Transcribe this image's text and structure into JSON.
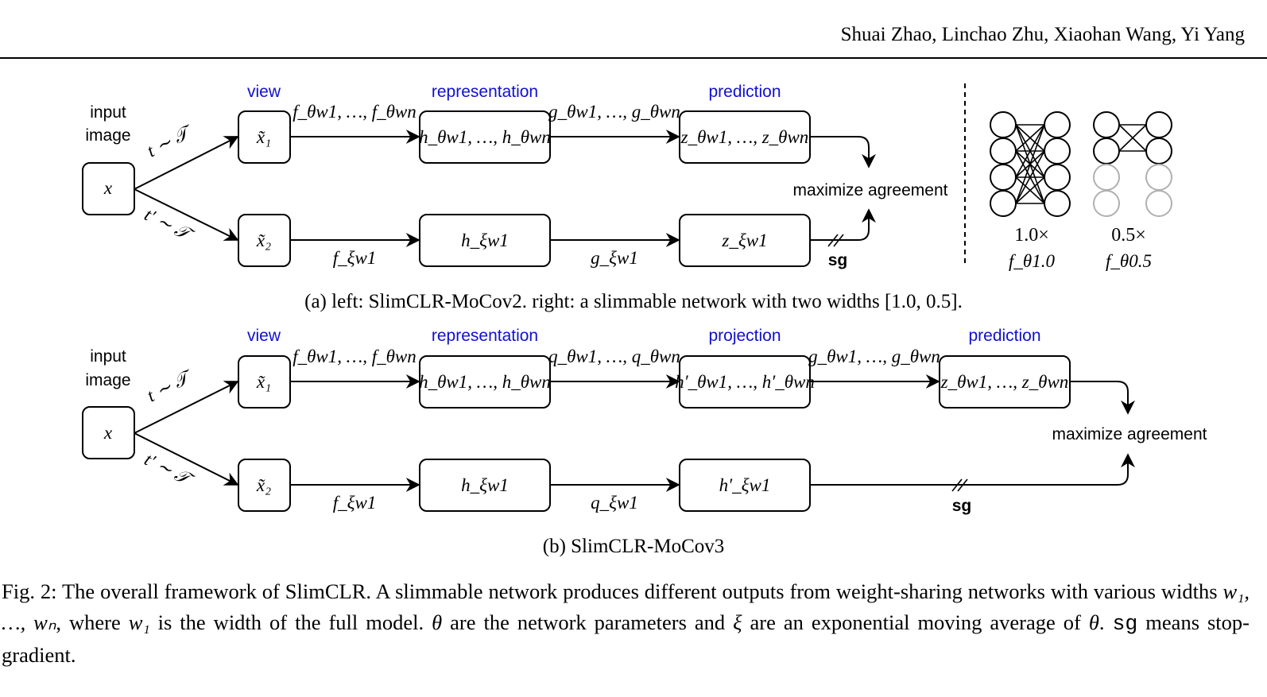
{
  "header": {
    "running_head": "Shuai Zhao, Linchao Zhu, Xiaohan Wang, Yi Yang"
  },
  "panel_a": {
    "input_label_line1": "input",
    "input_label_line2": "image",
    "input_node": "x",
    "aug_top": "t ∼ 𝒯",
    "aug_bottom": "t′ ∼ 𝒯",
    "stage_labels": {
      "view": "view",
      "representation": "representation",
      "prediction": "prediction"
    },
    "stage_color": "#1010d0",
    "top_row": {
      "view": "x̃₁",
      "edge_f": "f_θw1, …, f_θwn",
      "representation": "h_θw1, …, h_θwn",
      "edge_g": "g_θw1, …, g_θwn",
      "prediction": "z_θw1, …, z_θwn"
    },
    "bottom_row": {
      "view": "x̃₂",
      "edge_f": "f_ξw1",
      "representation": "h_ξw1",
      "edge_g": "g_ξw1",
      "prediction": "z_ξw1"
    },
    "objective": "maximize agreement",
    "stop_gradient": "sg",
    "slimmable": {
      "full": {
        "scale": "1.0×",
        "label": "f_θ1.0",
        "active_neurons": 4,
        "total_neurons": 4
      },
      "half": {
        "scale": "0.5×",
        "label": "f_θ0.5",
        "active_neurons": 2,
        "total_neurons": 4
      }
    },
    "caption": "(a) left: SlimCLR-MoCov2. right: a slimmable network with two widths [1.0, 0.5]."
  },
  "panel_b": {
    "input_label_line1": "input",
    "input_label_line2": "image",
    "input_node": "x",
    "aug_top": "t ∼ 𝒯",
    "aug_bottom": "t′ ∼ 𝒯",
    "stage_labels": {
      "view": "view",
      "representation": "representation",
      "projection": "projection",
      "prediction": "prediction"
    },
    "top_row": {
      "view": "x̃₁",
      "edge_f": "f_θw1, …, f_θwn",
      "representation": "h_θw1, …, h_θwn",
      "edge_q": "q_θw1, …, q_θwn",
      "projection": "h′_θw1, …, h′_θwn",
      "edge_g": "g_θw1, …, g_θwn",
      "prediction": "z_θw1, …, z_θwn"
    },
    "bottom_row": {
      "view": "x̃₂",
      "edge_f": "f_ξw1",
      "representation": "h_ξw1",
      "edge_q": "q_ξw1",
      "projection": "h′_ξw1"
    },
    "objective": "maximize agreement",
    "stop_gradient": "sg",
    "caption": "(b) SlimCLR-MoCov3"
  },
  "figure_caption": {
    "prefix": "Fig. 2: The overall framework of SlimCLR. A slimmable network produces different outputs from weight-sharing networks with various widths ",
    "widths": "w₁, …, wₙ",
    "mid1": ", where ",
    "w1": "w₁",
    "mid2": " is the width of the full model. ",
    "theta": "θ",
    "mid3": " are the network parameters and ",
    "xi": "ξ",
    "mid4": " are an exponential moving average of ",
    "theta2": "θ",
    "mid5": ". ",
    "sg": "sg",
    "suffix": " means stop-gradient."
  }
}
